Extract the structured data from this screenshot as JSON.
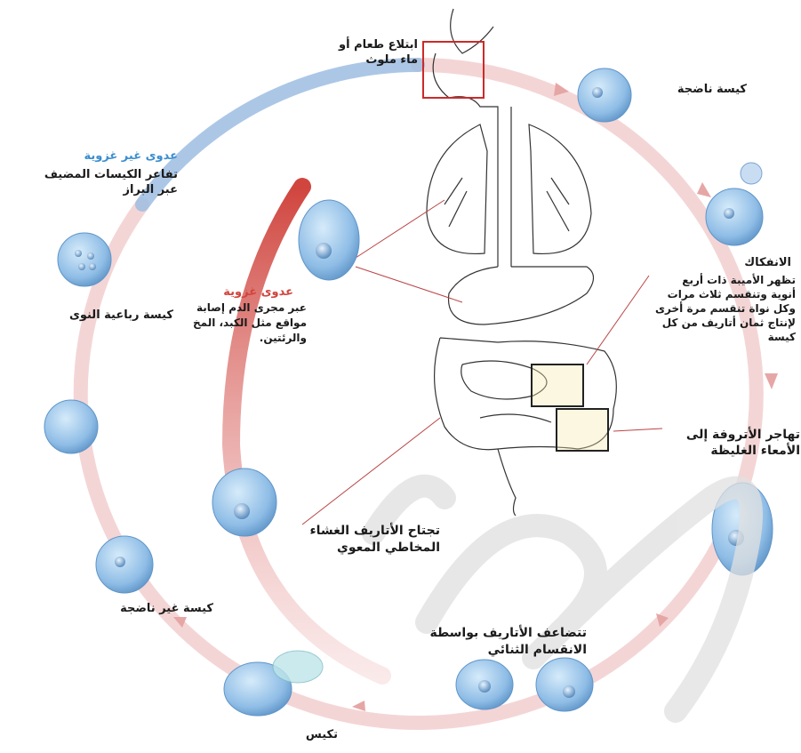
{
  "labels": {
    "ingestion": "ابتلاع طعام أو\nماء ملوث",
    "mature_cyst": "كيسة ناضجة",
    "excystation_title": "الانفكاك",
    "excystation_body": "تظهر الأميبة ذات أربع\nأنوية وتنقسم ثلاث مرات\nوكل نواة تنقسم مرة أخرى\nلإنتاج ثمان أتاريف من كل\nكيسة",
    "migrate": "تهاجر الأتروفة إلى\nالأمعاء الغليظة",
    "binary_fission": "تتضاعف الأتاريف بواسطة\nالانقسام الثنائي",
    "encystation": "تكيس",
    "immature_cyst": "كيسة غير ناضجة",
    "tetranucleate": "كيسة رباعية النوى",
    "noninvasive_title": "عدوى غير غزوية",
    "noninvasive_body": "تفاعر الكيسات المضيف\nعبر البراز",
    "invasive_title": "عدوى غزوية",
    "invasive_body": "عبر مجرى الدم إصابة\nمواقع مثل الكبد، المخ\nوالرئتين.",
    "invade_mucosa": "تجتاح الأتاريف الغشاء\nالمخاطي المعوي"
  },
  "colors": {
    "cycle_pink": "#f2c9c9",
    "invasive_red": "#d0453e",
    "noninvasive_blue": "#8fb4dd",
    "cell_blue": "#8fbde6",
    "box_red": "#cc2a2a"
  },
  "icons": [
    "mouth-throat-icon",
    "lungs-icon",
    "stomach-icon",
    "intestines-icon",
    "cyst-cell-icon",
    "trophozoite-cell-icon"
  ]
}
